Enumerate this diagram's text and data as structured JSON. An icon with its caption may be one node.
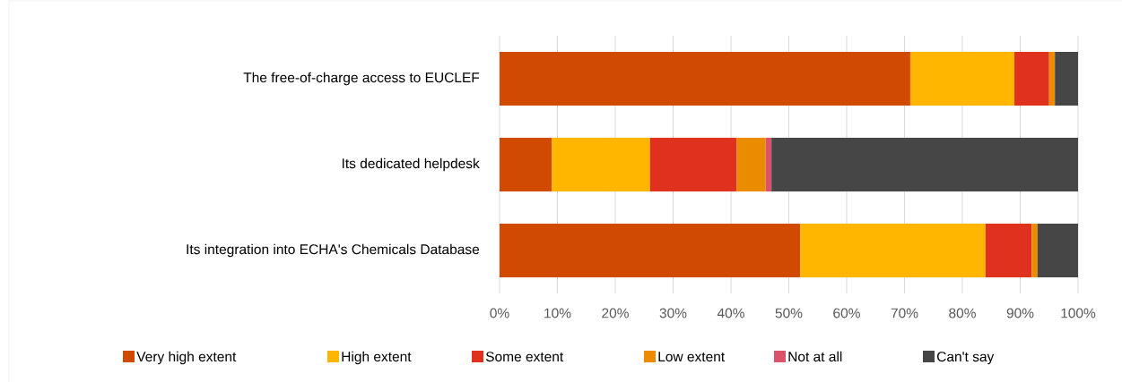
{
  "diagram": {
    "chart_data": {
      "type": "bar",
      "orientation": "horizontal",
      "stacked": true,
      "categories": [
        "The free-of-charge access to EUCLEF",
        "Its dedicated helpdesk",
        "Its integration into ECHA's Chemicals Database"
      ],
      "series": [
        {
          "color": "#d04a02",
          "values": [
            71,
            9,
            52
          ]
        },
        {
          "color": "#ffb600",
          "values": [
            18,
            17,
            32
          ]
        },
        {
          "color": "#e0301e",
          "values": [
            6,
            15,
            8
          ]
        },
        {
          "color": "#eb8c00",
          "values": [
            1,
            5,
            1
          ]
        },
        {
          "color": "#db536a",
          "values": [
            0,
            1,
            0
          ]
        },
        {
          "color": "#464646",
          "values": [
            4,
            53,
            7
          ]
        }
      ],
      "xlim": [
        0,
        100
      ],
      "grid": true,
      "xticks": [
        {
          "value": 0,
          "label": "0%"
        },
        {
          "value": 10,
          "label": "10%"
        },
        {
          "value": 20,
          "label": "20%"
        },
        {
          "value": 30,
          "label": "30%"
        },
        {
          "value": 40,
          "label": "40%"
        },
        {
          "value": 50,
          "label": "50%"
        },
        {
          "value": 60,
          "label": "60%"
        },
        {
          "value": 70,
          "label": "70%"
        },
        {
          "value": 80,
          "label": "80%"
        },
        {
          "value": 90,
          "label": "90%"
        },
        {
          "value": 100,
          "label": "100%"
        }
      ]
    },
    "legend": [
      {
        "text": "Very high extent",
        "color": "#d04a02"
      },
      {
        "text": "High extent",
        "color": "#ffb600"
      },
      {
        "text": "Some extent",
        "color": "#e0301e"
      },
      {
        "text": "Low extent",
        "color": "#eb8c00"
      },
      {
        "text": "Not at all",
        "color": "#db536a"
      },
      {
        "text": "Can't say",
        "color": "#464646"
      }
    ]
  }
}
